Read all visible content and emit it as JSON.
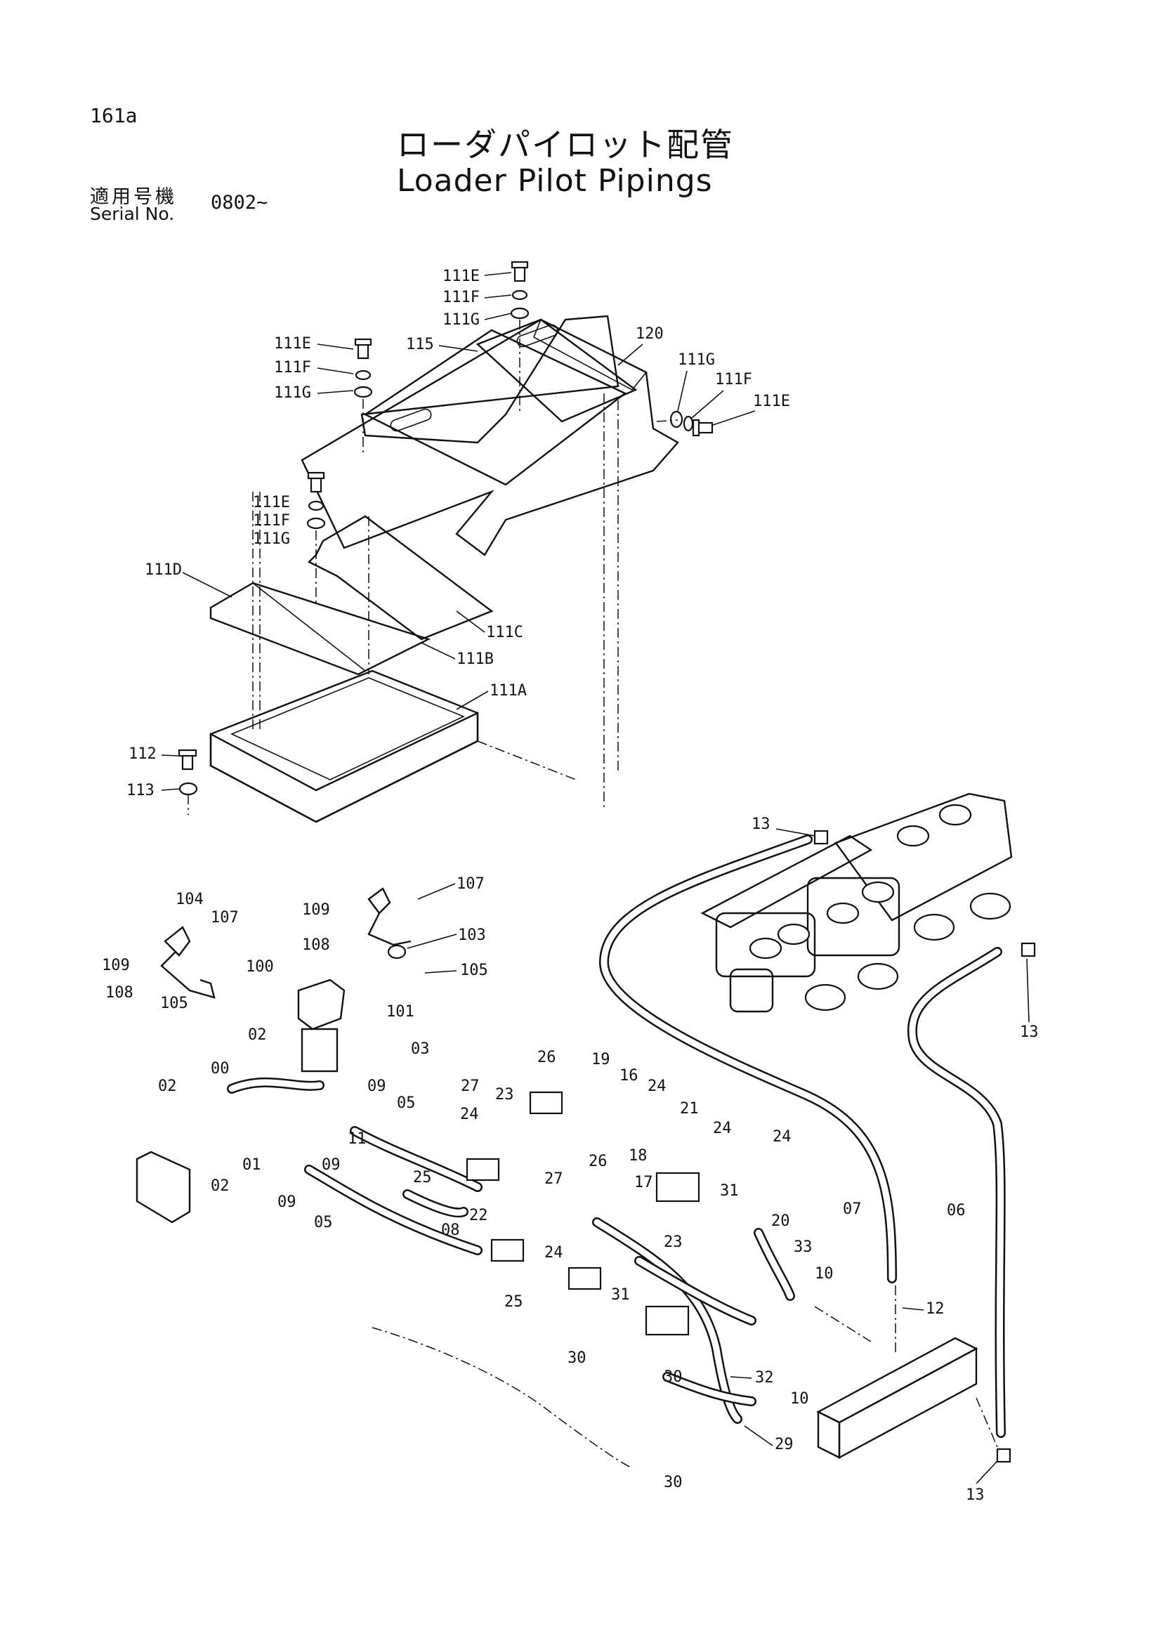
{
  "page": {
    "number": "161a"
  },
  "title": {
    "japanese": "ローダパイロット配管",
    "english": "Loader Pilot Pipings"
  },
  "serial": {
    "label_jp": "適用号機",
    "label_en": "Serial No.",
    "value": "0802~"
  },
  "callouts": {
    "c111E_top": "111E",
    "c111F_top": "111F",
    "c111G_top": "111G",
    "c111E_left": "111E",
    "c111F_left": "111F",
    "c111G_left": "111G",
    "c111G_right": "111G",
    "c111F_right": "111F",
    "c111E_right": "111E",
    "c111E_mid": "111E",
    "c111F_mid": "111F",
    "c111G_mid": "111G",
    "c115": "115",
    "c120": "120",
    "c111D": "111D",
    "c111C": "111C",
    "c111B": "111B",
    "c111A": "111A",
    "c112": "112",
    "c113": "113",
    "c104": "104",
    "c107a": "107",
    "c107b": "107",
    "c103": "103",
    "c109a": "109",
    "c108a": "108",
    "c109b": "109",
    "c108b": "108",
    "c100": "100",
    "c105a": "105",
    "c105b": "105",
    "c101": "101",
    "c02a": "02",
    "c02b": "02",
    "c02c": "02",
    "c00": "00",
    "c01": "01",
    "c03": "03",
    "c09a": "09",
    "c09b": "09",
    "c09c": "09",
    "c05a": "05",
    "c05b": "05",
    "c11": "11",
    "c26a": "26",
    "c26b": "26",
    "c19": "19",
    "c16": "16",
    "c27a": "27",
    "c27b": "27",
    "c23a": "23",
    "c23b": "23",
    "c24a": "24",
    "c24b": "24",
    "c24c": "24",
    "c24d": "24",
    "c24e": "24",
    "c21": "21",
    "c18": "18",
    "c17": "17",
    "c25a": "25",
    "c25b": "25",
    "c08": "08",
    "c22": "22",
    "c31a": "31",
    "c31b": "31",
    "c20": "20",
    "c07": "07",
    "c06": "06",
    "c33": "33",
    "c10a": "10",
    "c10b": "10",
    "c12": "12",
    "c13a": "13",
    "c13b": "13",
    "c13c": "13",
    "c30a": "30",
    "c30b": "30",
    "c30c": "30",
    "c32": "32",
    "c29": "29"
  }
}
